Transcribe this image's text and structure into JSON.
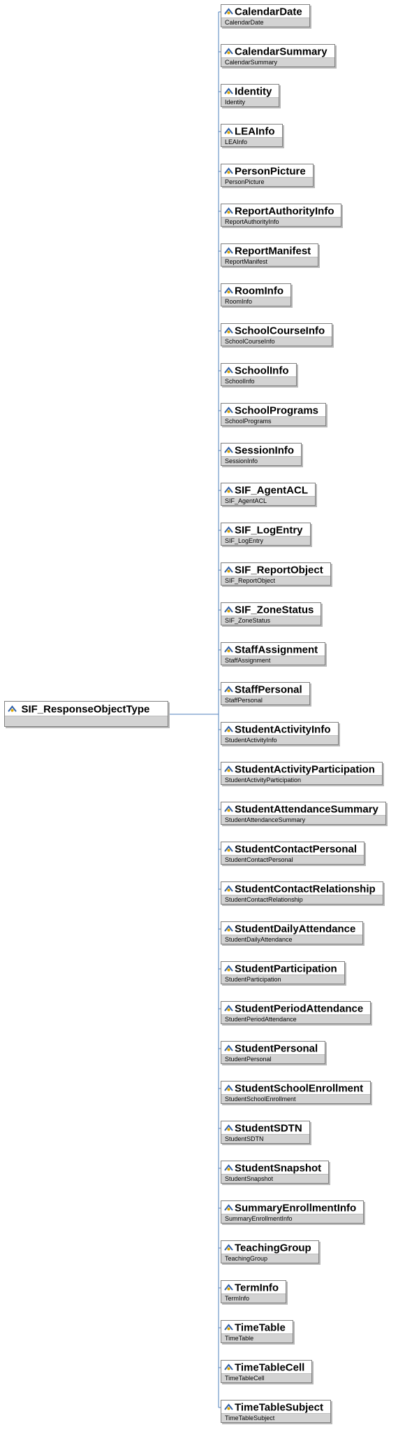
{
  "root": {
    "name": "SIF_ResponseObjectType"
  },
  "children": [
    {
      "name": "CalendarDate",
      "sub": "CalendarDate"
    },
    {
      "name": "CalendarSummary",
      "sub": "CalendarSummary"
    },
    {
      "name": "Identity",
      "sub": "Identity"
    },
    {
      "name": "LEAInfo",
      "sub": "LEAInfo"
    },
    {
      "name": "PersonPicture",
      "sub": "PersonPicture"
    },
    {
      "name": "ReportAuthorityInfo",
      "sub": "ReportAuthorityInfo"
    },
    {
      "name": "ReportManifest",
      "sub": "ReportManifest"
    },
    {
      "name": "RoomInfo",
      "sub": "RoomInfo"
    },
    {
      "name": "SchoolCourseInfo",
      "sub": "SchoolCourseInfo"
    },
    {
      "name": "SchoolInfo",
      "sub": "SchoolInfo"
    },
    {
      "name": "SchoolPrograms",
      "sub": "SchoolPrograms"
    },
    {
      "name": "SessionInfo",
      "sub": "SessionInfo"
    },
    {
      "name": "SIF_AgentACL",
      "sub": "SIF_AgentACL"
    },
    {
      "name": "SIF_LogEntry",
      "sub": "SIF_LogEntry"
    },
    {
      "name": "SIF_ReportObject",
      "sub": "SIF_ReportObject"
    },
    {
      "name": "SIF_ZoneStatus",
      "sub": "SIF_ZoneStatus"
    },
    {
      "name": "StaffAssignment",
      "sub": "StaffAssignment"
    },
    {
      "name": "StaffPersonal",
      "sub": "StaffPersonal"
    },
    {
      "name": "StudentActivityInfo",
      "sub": "StudentActivityInfo"
    },
    {
      "name": "StudentActivityParticipation",
      "sub": "StudentActivityParticipation"
    },
    {
      "name": "StudentAttendanceSummary",
      "sub": "StudentAttendanceSummary"
    },
    {
      "name": "StudentContactPersonal",
      "sub": "StudentContactPersonal"
    },
    {
      "name": "StudentContactRelationship",
      "sub": "StudentContactRelationship"
    },
    {
      "name": "StudentDailyAttendance",
      "sub": "StudentDailyAttendance"
    },
    {
      "name": "StudentParticipation",
      "sub": "StudentParticipation"
    },
    {
      "name": "StudentPeriodAttendance",
      "sub": "StudentPeriodAttendance"
    },
    {
      "name": "StudentPersonal",
      "sub": "StudentPersonal"
    },
    {
      "name": "StudentSchoolEnrollment",
      "sub": "StudentSchoolEnrollment"
    },
    {
      "name": "StudentSDTN",
      "sub": "StudentSDTN"
    },
    {
      "name": "StudentSnapshot",
      "sub": "StudentSnapshot"
    },
    {
      "name": "SummaryEnrollmentInfo",
      "sub": "SummaryEnrollmentInfo"
    },
    {
      "name": "TeachingGroup",
      "sub": "TeachingGroup"
    },
    {
      "name": "TermInfo",
      "sub": "TermInfo"
    },
    {
      "name": "TimeTable",
      "sub": "TimeTable"
    },
    {
      "name": "TimeTableCell",
      "sub": "TimeTableCell"
    },
    {
      "name": "TimeTableSubject",
      "sub": "TimeTableSubject"
    }
  ],
  "colors": {
    "connector": "#4f81bd",
    "node_border": "#808080",
    "subtitle_band": "#d3d3d3",
    "icon_blue": "#2f5fa8",
    "icon_gold": "#e0a800"
  },
  "icons": {
    "element": "element-icon"
  }
}
